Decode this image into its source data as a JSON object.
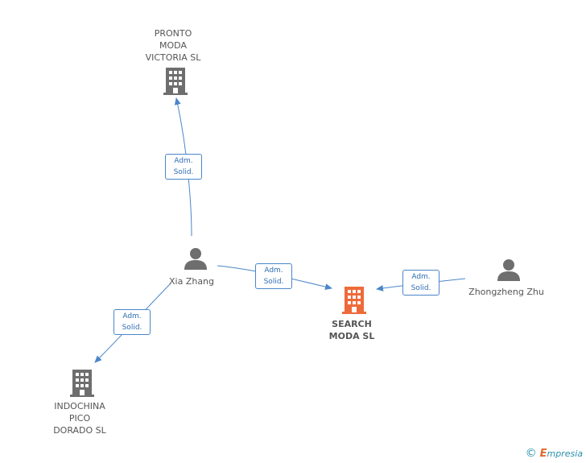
{
  "nodes": {
    "pronto": {
      "label": "PRONTO\nMODA\nVICTORIA SL"
    },
    "search": {
      "label": "SEARCH\nMODA SL"
    },
    "indochina": {
      "label": "INDOCHINA\nPICO\nDORADO SL"
    },
    "xia": {
      "label": "Xia Zhang"
    },
    "zhongzheng": {
      "label": "Zhongzheng Zhu"
    }
  },
  "relations": {
    "xia_pronto": {
      "line1": "Adm.",
      "line2": "Solid."
    },
    "xia_search": {
      "line1": "Adm.",
      "line2": "Solid."
    },
    "zhong_search": {
      "line1": "Adm.",
      "line2": "Solid."
    },
    "xia_indochina": {
      "line1": "Adm.",
      "line2": "Solid."
    }
  },
  "colors": {
    "edge": "#4a86c9",
    "company": "#6e6e6e",
    "main_company": "#ef6a3a",
    "person": "#6e6e6e"
  },
  "footer": {
    "copyright": "©",
    "brand_e": "E",
    "brand_rest": "mpresia"
  }
}
